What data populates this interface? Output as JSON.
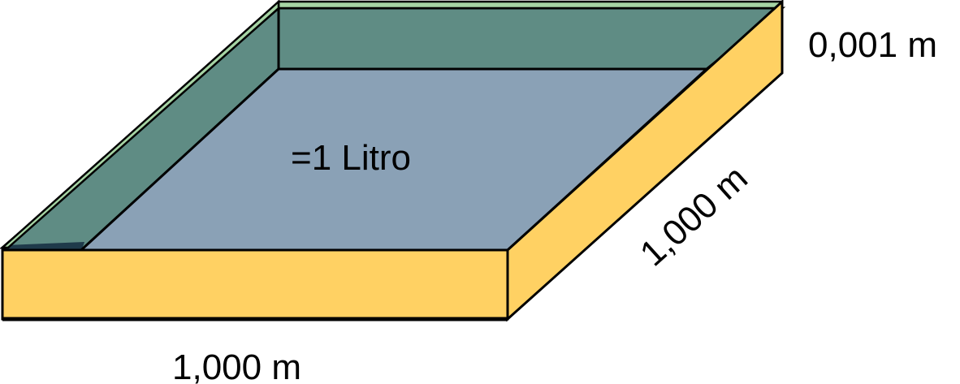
{
  "labels": {
    "volume": "=1 Litro",
    "height": "0,001 m",
    "depth": "1,000 m",
    "width": "1,000 m"
  },
  "colors": {
    "front_face": "#FFD163",
    "right_face": "#FFD163",
    "inner_floor": "#8AA1B6",
    "inner_back_wall": "#5F8C84",
    "inner_left_wall": "#5F8C84",
    "rim_top": "#A6D4A4",
    "outline": "#000000",
    "background": "#FFFFFF"
  }
}
